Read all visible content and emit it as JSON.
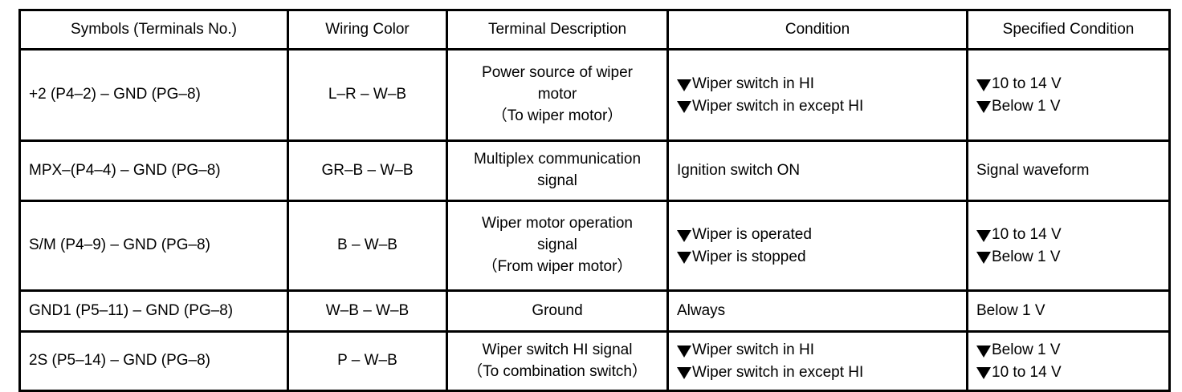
{
  "table": {
    "name": "terminal-inspection-table",
    "bullet_icon": "down-triangle-icon",
    "border_color": "#000000",
    "text_color": "#000000",
    "background_color": "#ffffff",
    "headers": [
      "Symbols (Terminals No.)",
      "Wiring Color",
      "Terminal Description",
      "Condition",
      "Specified Condition"
    ],
    "rows": [
      {
        "symbols": "+2 (P4–2) – GND (PG–8)",
        "wiring_color": "L–R – W–B",
        "description_lines": [
          "Power source of wiper",
          "motor",
          "（To wiper motor）"
        ],
        "conditions": [
          "Wiper switch in HI",
          "Wiper switch in except HI"
        ],
        "specified": [
          "10 to 14 V",
          "Below 1 V"
        ]
      },
      {
        "symbols": "MPX–(P4–4) – GND (PG–8)",
        "wiring_color": "GR–B – W–B",
        "description_lines": [
          "Multiplex communication",
          "signal"
        ],
        "conditions": [
          "Ignition switch ON"
        ],
        "specified": [
          "Signal waveform"
        ]
      },
      {
        "symbols": "S/M (P4–9) – GND (PG–8)",
        "wiring_color": "B – W–B",
        "description_lines": [
          "Wiper motor operation",
          "signal",
          "（From wiper motor）"
        ],
        "conditions": [
          "Wiper is operated",
          "Wiper is stopped"
        ],
        "specified": [
          "10 to 14 V",
          "Below 1 V"
        ]
      },
      {
        "symbols": "GND1 (P5–11) – GND (PG–8)",
        "wiring_color": "W–B – W–B",
        "description_lines": [
          "Ground"
        ],
        "conditions": [
          "Always"
        ],
        "specified": [
          "Below 1 V"
        ]
      },
      {
        "symbols": "2S (P5–14) – GND (PG–8)",
        "wiring_color": "P – W–B",
        "description_lines": [
          "Wiper switch HI signal",
          "（To combination switch）"
        ],
        "conditions": [
          "Wiper switch in HI",
          "Wiper switch in except HI"
        ],
        "specified": [
          "Below 1 V",
          "10 to 14 V"
        ]
      }
    ]
  }
}
